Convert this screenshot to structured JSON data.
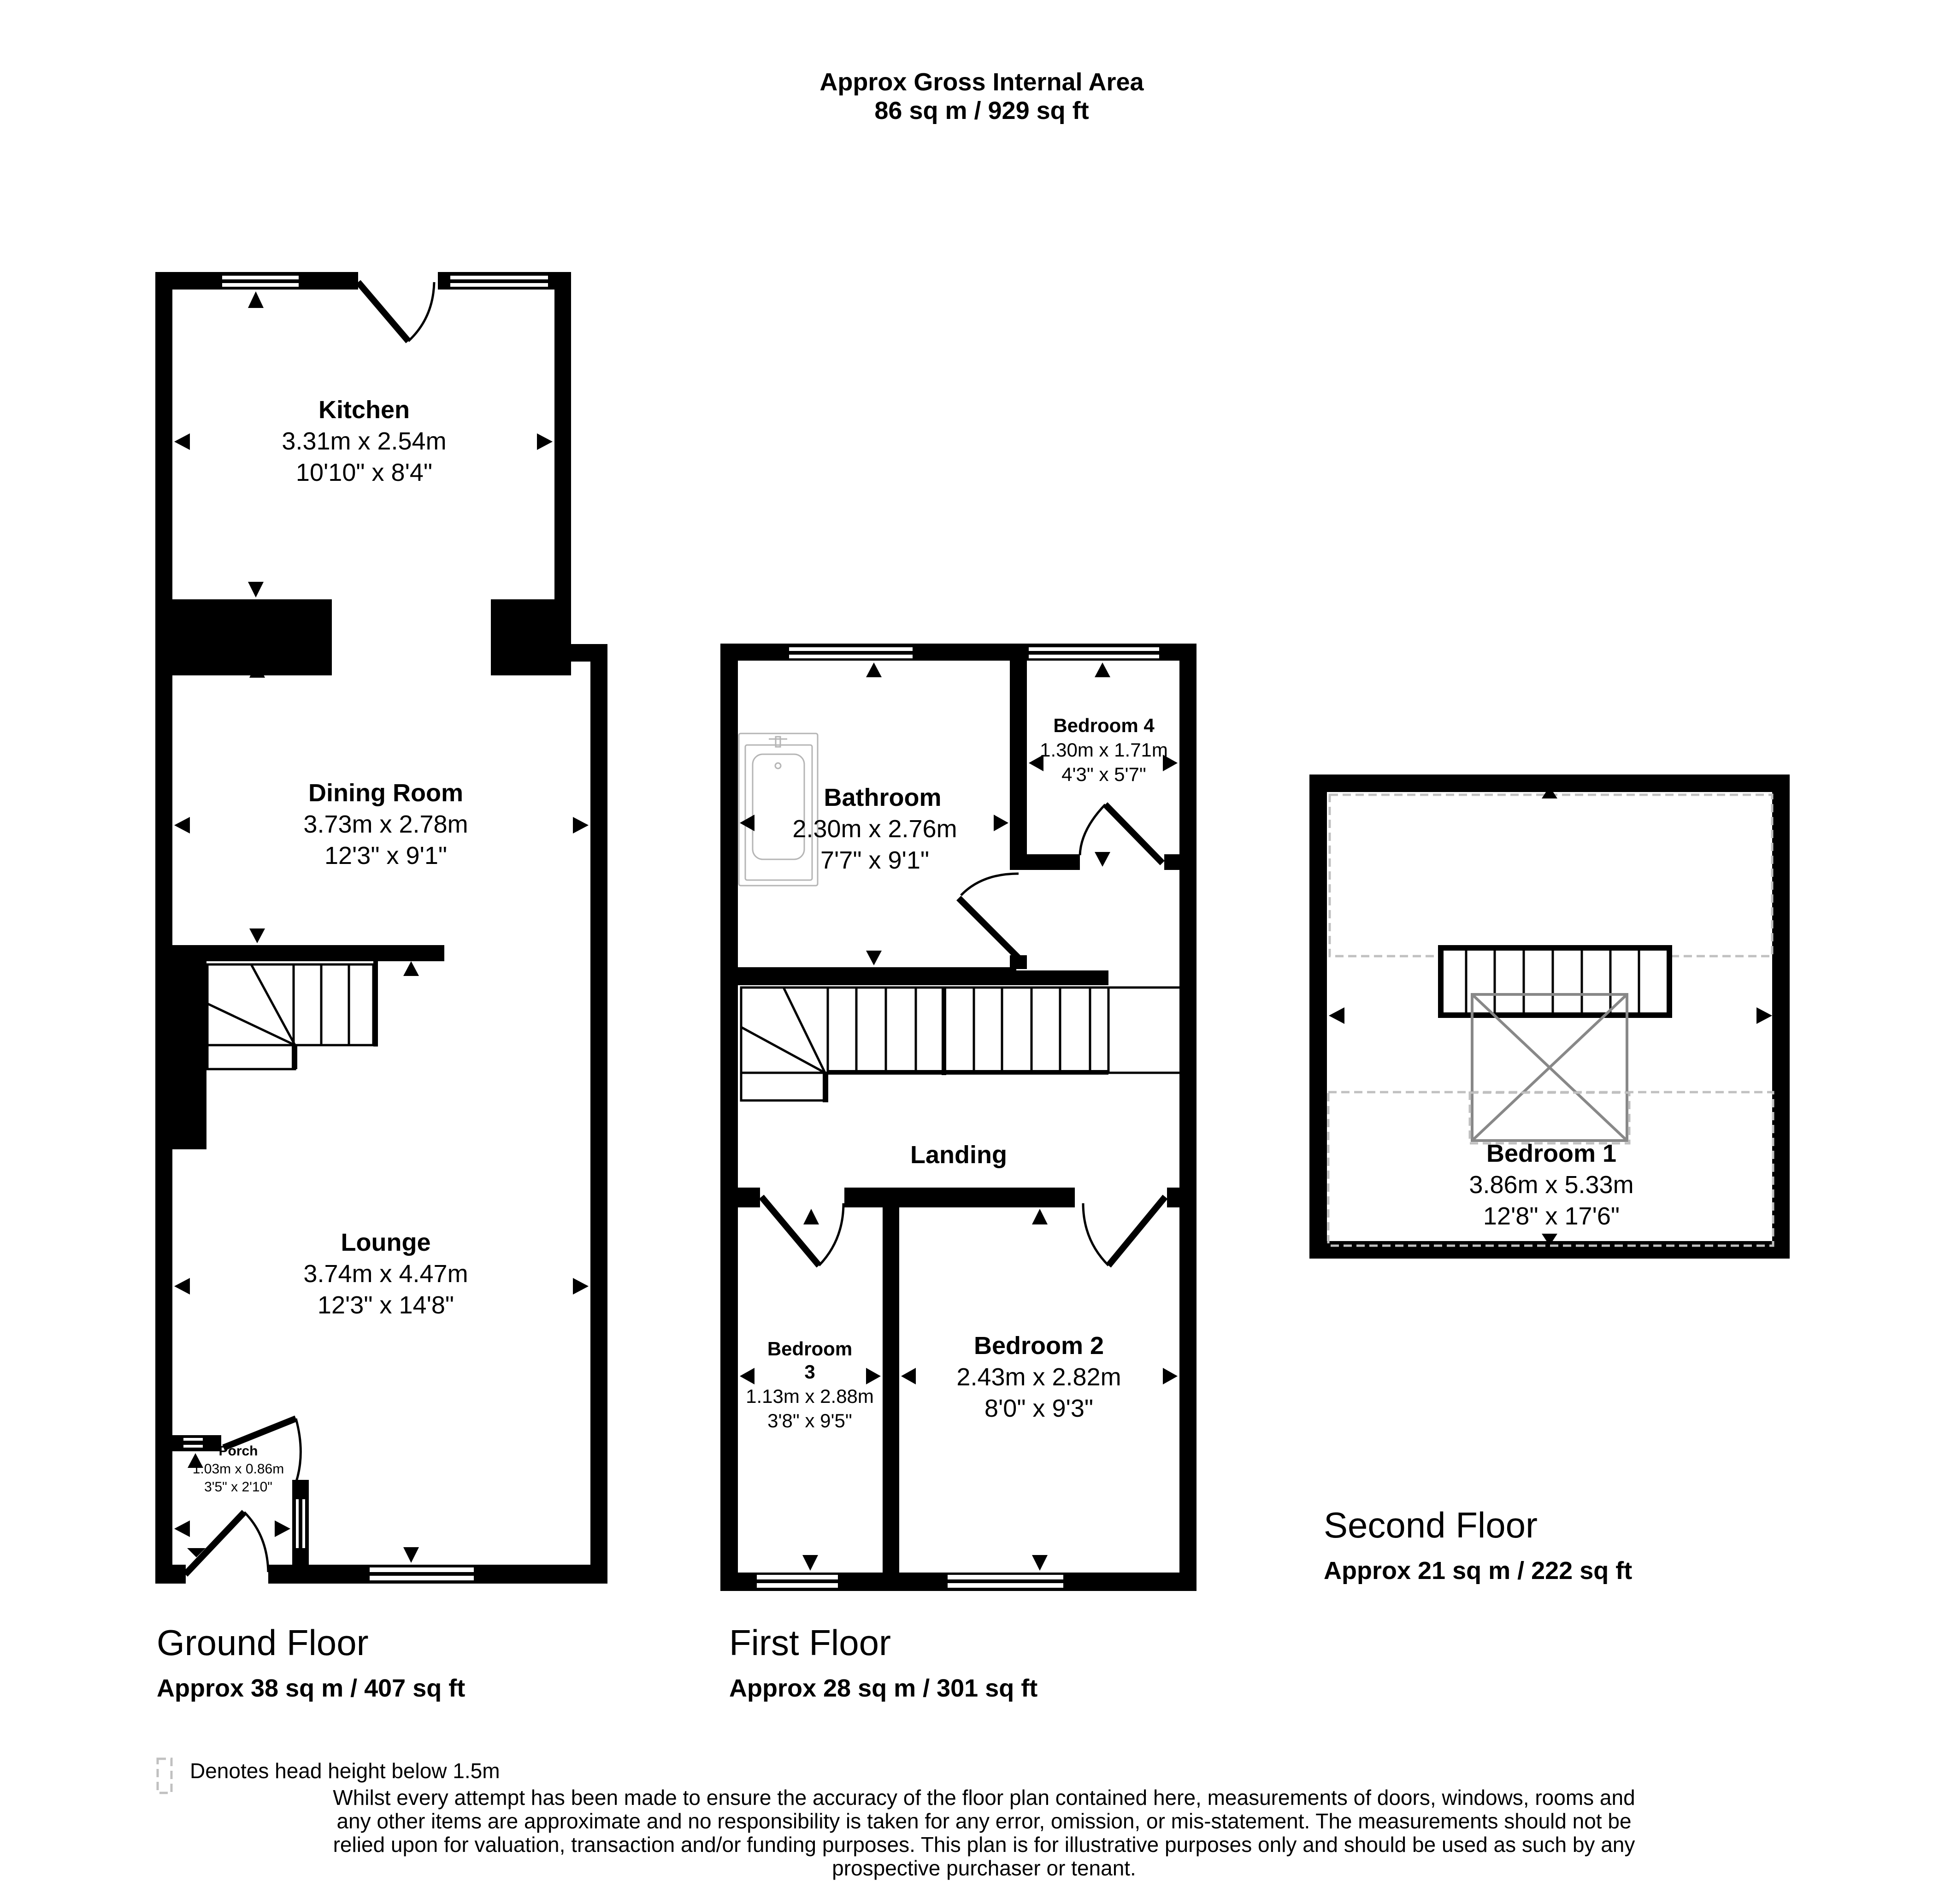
{
  "header": {
    "title": "Approx Gross Internal Area",
    "total_area": "86 sq m / 929 sq ft"
  },
  "floors": [
    {
      "name": "Ground Floor",
      "area": "Approx 38 sq m / 407 sq ft",
      "rooms": [
        {
          "name": "Kitchen",
          "metric": "3.31m x 2.54m",
          "imperial": "10'10\" x 8'4\""
        },
        {
          "name": "Dining Room",
          "metric": "3.73m x 2.78m",
          "imperial": "12'3\" x 9'1\""
        },
        {
          "name": "Lounge",
          "metric": "3.74m x 4.47m",
          "imperial": "12'3\" x 14'8\""
        },
        {
          "name": "Porch",
          "metric": "1.03m x 0.86m",
          "imperial": "3'5\" x 2'10\""
        }
      ]
    },
    {
      "name": "First Floor",
      "area": "Approx 28 sq m / 301 sq ft",
      "rooms": [
        {
          "name": "Bathroom",
          "metric": "2.30m x 2.76m",
          "imperial": "7'7\" x 9'1\""
        },
        {
          "name": "Bedroom 4",
          "metric": "1.30m x 1.71m",
          "imperial": "4'3\" x 5'7\""
        },
        {
          "name": "Landing"
        },
        {
          "name_line1": "Bedroom",
          "name_line2": "3",
          "metric": "1.13m x 2.88m",
          "imperial": "3'8\" x 9'5\""
        },
        {
          "name": "Bedroom 2",
          "metric": "2.43m x 2.82m",
          "imperial": "8'0\" x 9'3\""
        }
      ]
    },
    {
      "name": "Second Floor",
      "area": "Approx 21 sq m / 222 sq ft",
      "rooms": [
        {
          "name": "Bedroom 1",
          "metric": "3.86m x 5.33m",
          "imperial": "12'8\" x 17'6\""
        }
      ]
    }
  ],
  "legend": {
    "icon": "dashed-box-icon",
    "label": "Denotes head height below 1.5m"
  },
  "disclaimer": {
    "lines": [
      "Whilst every attempt has been made to ensure the accuracy of the floor plan contained here, measurements of doors, windows, rooms and",
      "any other items are approximate and no responsibility is taken for any error, omission, or mis-statement. The measurements should not be",
      "relied upon for valuation, transaction and/or funding purposes. This plan is for illustrative purposes only and should be used as such by any",
      "prospective purchaser or tenant."
    ]
  },
  "colors": {
    "wall": "#000000",
    "background": "#ffffff",
    "low_headroom_dash": "#c0c0c0",
    "skylight": "#888888"
  }
}
